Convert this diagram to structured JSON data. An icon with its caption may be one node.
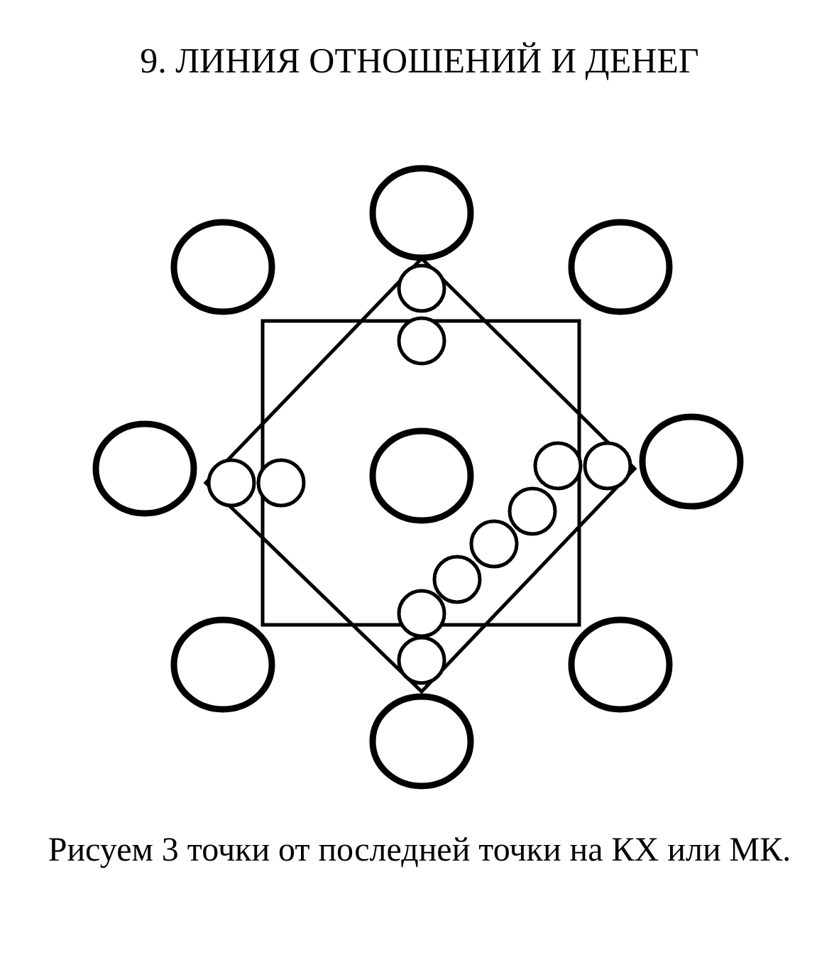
{
  "diagram": {
    "title": "9. ЛИНИЯ ОТНОШЕНИЙ И ДЕНЕГ",
    "caption": "Рисуем 3 точки от последней точки на КХ или МК.",
    "nodes": [
      {
        "text": [],
        "shape": "circle"
      },
      {
        "text": [],
        "shape": "circle"
      },
      {
        "text": [],
        "shape": "circle"
      },
      {
        "text": [],
        "shape": "circle"
      },
      {
        "text": [],
        "shape": "circle"
      },
      {
        "text": [],
        "shape": "circle"
      },
      {
        "text": [],
        "shape": "circle"
      },
      {
        "text": [],
        "shape": "circle"
      },
      {
        "text": [],
        "shape": "circle"
      }
    ]
  }
}
